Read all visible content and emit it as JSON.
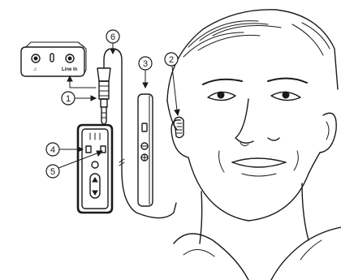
{
  "figure": {
    "callouts": [
      "1",
      "2",
      "3",
      "4",
      "5",
      "6"
    ],
    "port_labels": {
      "left_port": "♫",
      "right_port": "Line In"
    }
  }
}
